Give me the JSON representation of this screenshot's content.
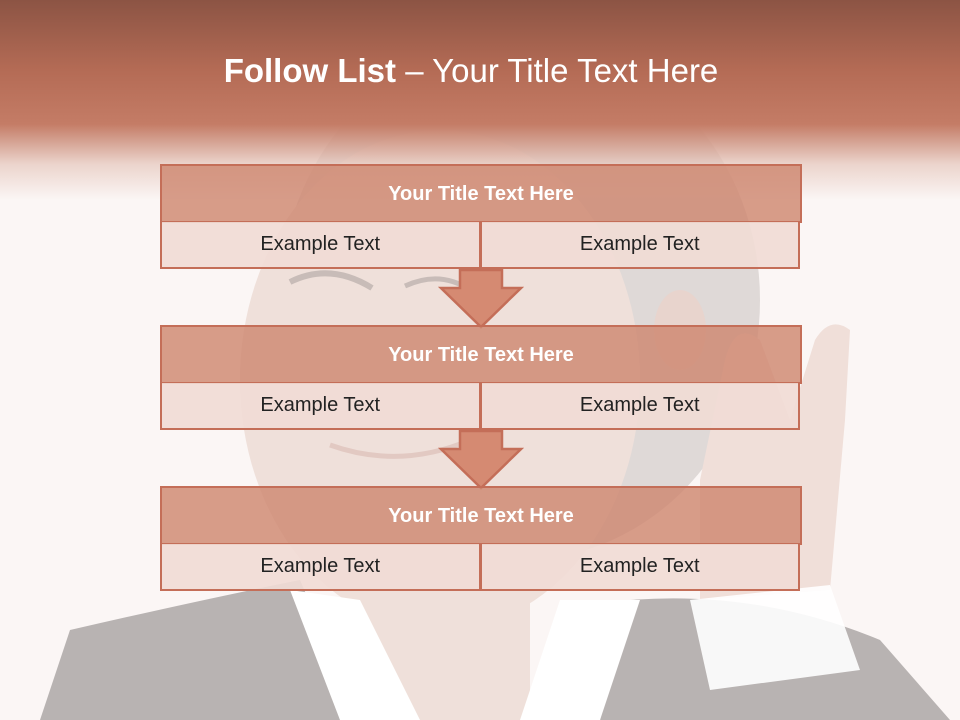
{
  "slide": {
    "title_bold": "Follow List",
    "title_rest": " – Your Title Text Here",
    "groups": [
      {
        "title": "Your Title Text Here",
        "cells": [
          "Example Text",
          "Example Text"
        ]
      },
      {
        "title": "Your Title Text Here",
        "cells": [
          "Example Text",
          "Example Text"
        ]
      },
      {
        "title": "Your Title Text Here",
        "cells": [
          "Example Text",
          "Example Text"
        ]
      }
    ]
  },
  "colors": {
    "header_dark": "#8c5444",
    "header_mid": "#c47c66",
    "box_title": "#ce8770",
    "box_cell": "#f1dbd5",
    "border": "#c46e58"
  },
  "icons": [
    "down-arrow-icon"
  ]
}
